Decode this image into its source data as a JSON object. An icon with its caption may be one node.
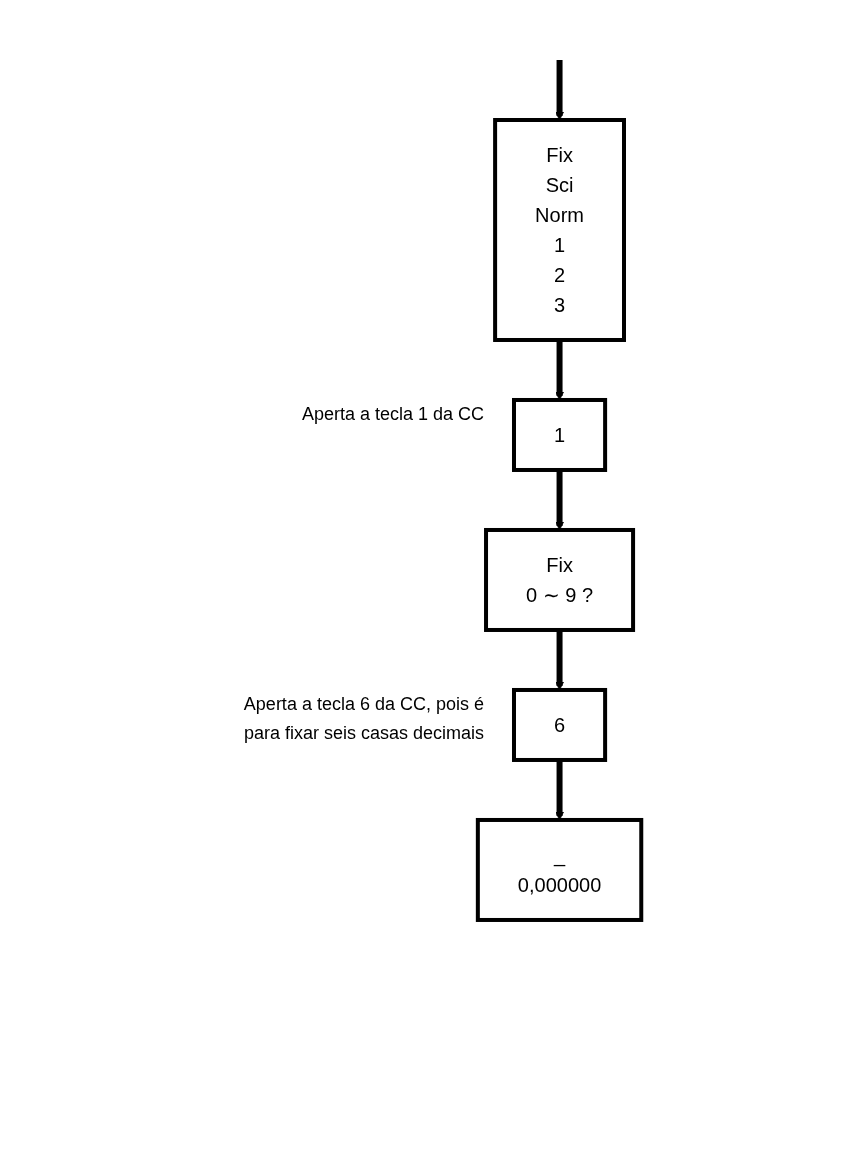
{
  "diagram": {
    "nodes": [
      {
        "text": [
          "Fix",
          "Sci",
          "Norm",
          "1",
          "2",
          "3"
        ]
      },
      {
        "text": [
          "1"
        ],
        "beside": [
          "Aperta a tecla 1 da CC"
        ]
      },
      {
        "text": [
          "Fix",
          "0 ∼ 9 ?"
        ]
      },
      {
        "text": [
          "6"
        ],
        "beside": [
          "Aperta a tecla 6 da CC, pois é para fixar seis casas decimais"
        ]
      },
      {
        "text": [
          "_",
          "0,000000"
        ]
      }
    ],
    "edges": [
      {
        "from": null,
        "to": 0,
        "arrow": "to"
      },
      {
        "from": 0,
        "to": 1,
        "arrow": "to"
      },
      {
        "from": 1,
        "to": 2,
        "arrow": "to"
      },
      {
        "from": 2,
        "to": 3,
        "arrow": "to"
      },
      {
        "from": 3,
        "to": 4,
        "arrow": "to"
      }
    ]
  }
}
